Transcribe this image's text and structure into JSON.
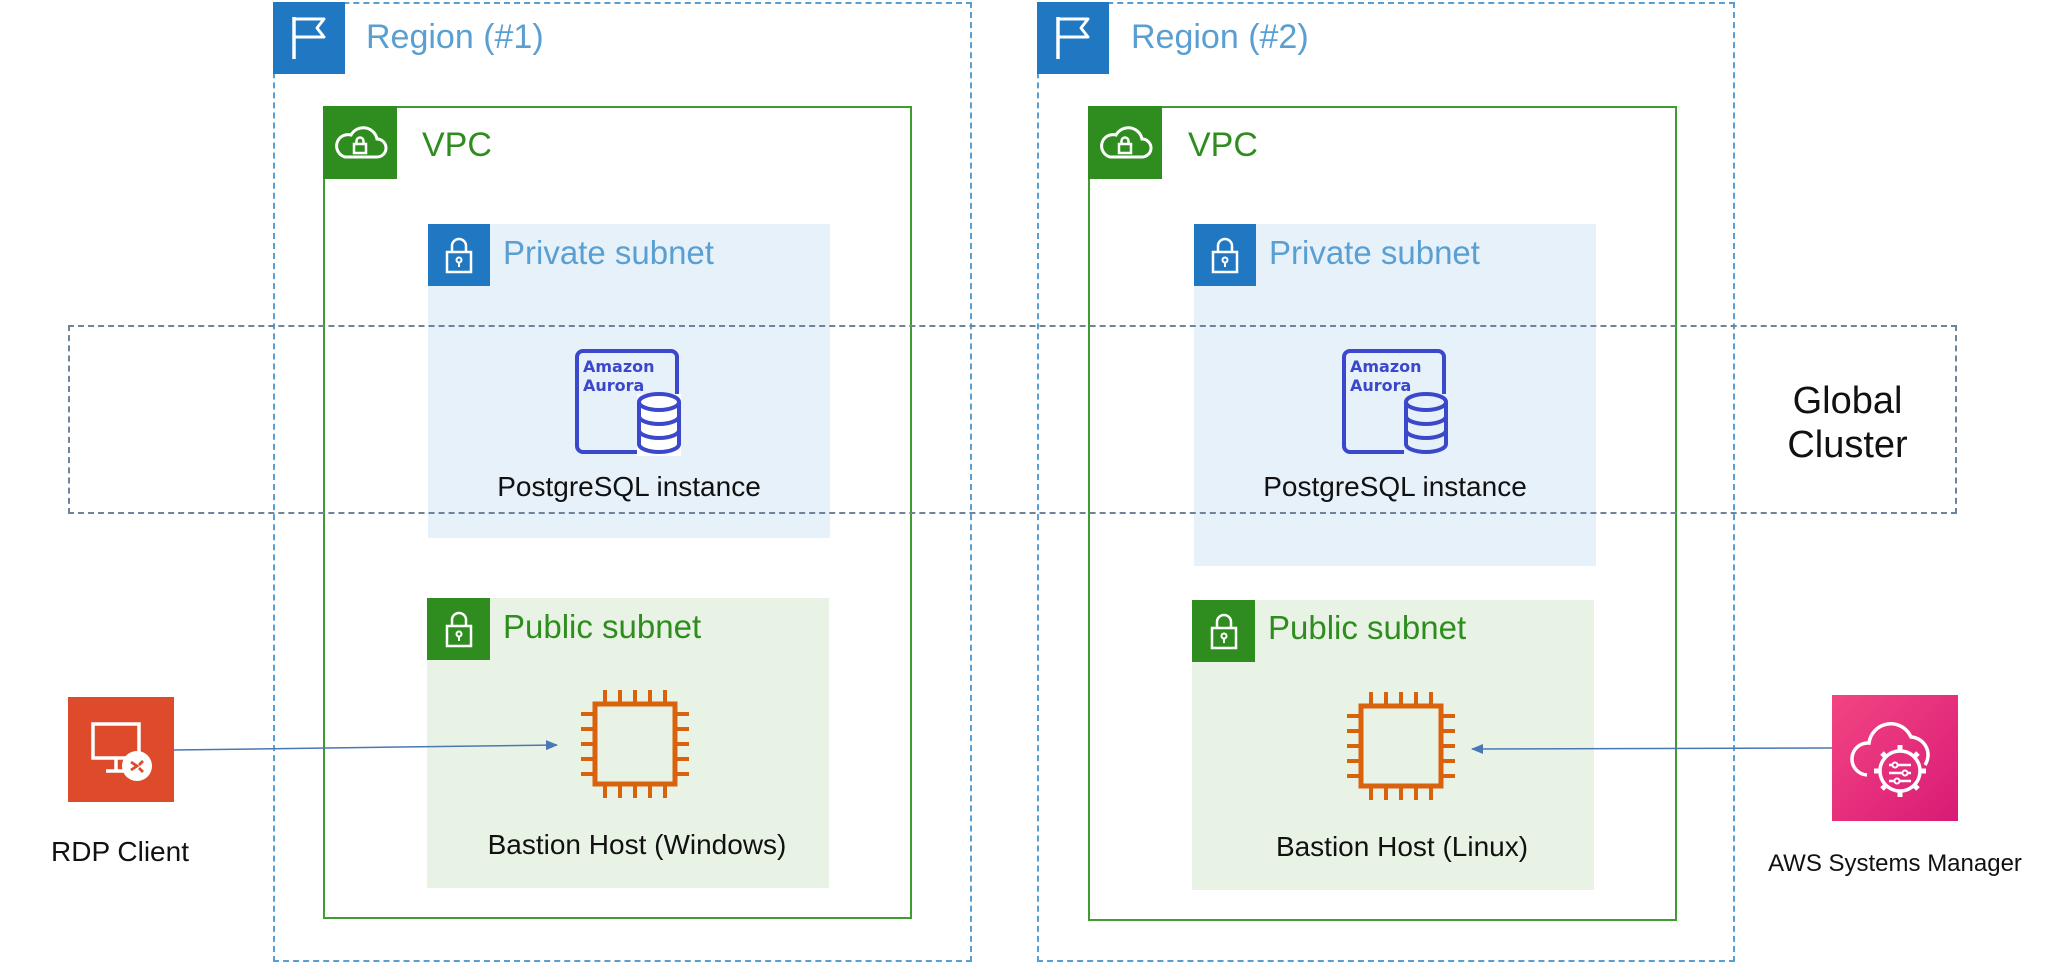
{
  "regions": [
    {
      "title": "Region (#1)",
      "vpc": "VPC",
      "private_subnet": "Private subnet",
      "db_logo": [
        "Amazon",
        "Aurora"
      ],
      "db_label": "PostgreSQL instance",
      "public_subnet": "Public subnet",
      "host_label": "Bastion Host (Windows)"
    },
    {
      "title": "Region (#2)",
      "vpc": "VPC",
      "private_subnet": "Private subnet",
      "db_logo": [
        "Amazon",
        "Aurora"
      ],
      "db_label": "PostgreSQL instance",
      "public_subnet": "Public subnet",
      "host_label": "Bastion Host (Linux)"
    }
  ],
  "global_cluster": {
    "line1": "Global",
    "line2": "Cluster"
  },
  "rdp_client": {
    "label": "RDP Client",
    "icon": "remote-desktop-icon"
  },
  "systems_manager": {
    "label": "AWS Systems Manager",
    "icon": "cloud-gear-icon"
  },
  "colors": {
    "region_border": "#5a9fd1",
    "vpc_green": "#2f8d1f",
    "private_bg": "#e6f1f9",
    "public_bg": "#e9f3e5",
    "aurora_blue": "#3b48cc",
    "ec2_orange": "#d9620c",
    "rdp_orange": "#dd4b2a",
    "ssm_pink": "#e7157b",
    "arrow": "#4a78b5"
  }
}
